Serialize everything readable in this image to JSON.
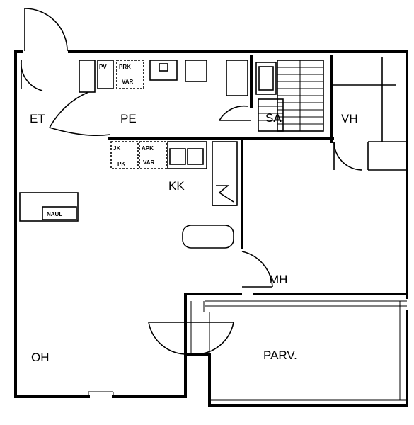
{
  "rooms": {
    "et": "ET",
    "pe": "PE",
    "vh": "VH",
    "sa": "SA",
    "kk": "KK",
    "mh": "MH",
    "oh": "OH",
    "parv": "PARV."
  },
  "fixtures": {
    "pv": "PV",
    "prk": "PRK",
    "var1": "VAR",
    "jk": "JK",
    "pk": "PK",
    "apk": "APK",
    "var2": "VAR",
    "naul": "NAUL"
  }
}
